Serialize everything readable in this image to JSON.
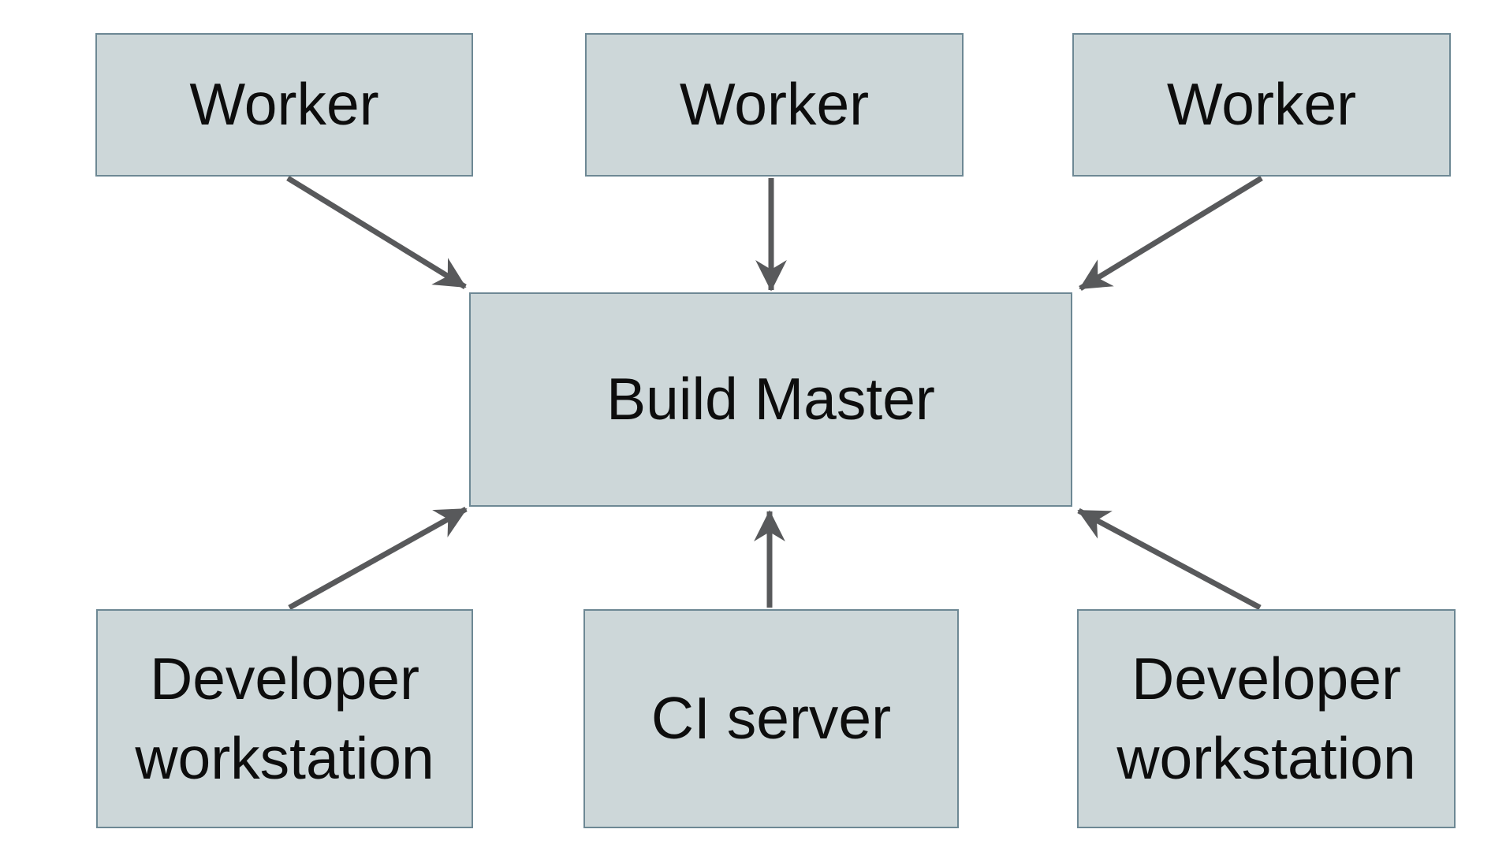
{
  "diagram": {
    "nodes": {
      "worker_1": {
        "label": "Worker"
      },
      "worker_2": {
        "label": "Worker"
      },
      "worker_3": {
        "label": "Worker"
      },
      "build_master": {
        "label": "Build Master"
      },
      "dev_workstation_1": {
        "label": "Developer workstation"
      },
      "ci_server": {
        "label": "CI server"
      },
      "dev_workstation_2": {
        "label": "Developer workstation"
      }
    },
    "arrows": [
      {
        "from": "worker_1",
        "to": "build_master"
      },
      {
        "from": "worker_2",
        "to": "build_master"
      },
      {
        "from": "worker_3",
        "to": "build_master"
      },
      {
        "from": "dev_workstation_1",
        "to": "build_master"
      },
      {
        "from": "ci_server",
        "to": "build_master"
      },
      {
        "from": "dev_workstation_2",
        "to": "build_master"
      }
    ],
    "colors": {
      "background": "#ffffff",
      "node_fill": "#cdd7d9",
      "node_border": "#6d8894",
      "arrow": "#58595b",
      "text": "#0d0d0d"
    }
  }
}
